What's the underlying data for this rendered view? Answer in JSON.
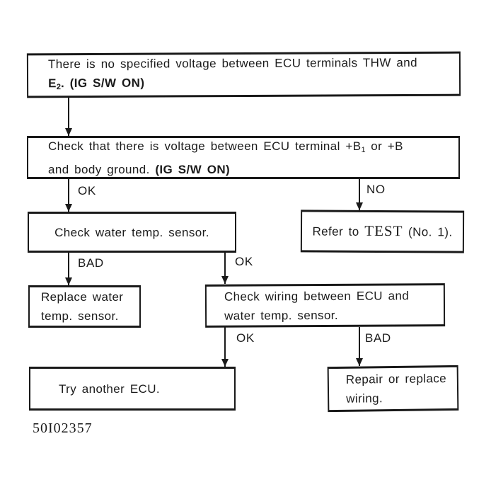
{
  "figure": {
    "type": "flowchart",
    "subject": "ECU water temp sensor voltage diagnosis",
    "footer_code": "50I02357",
    "colors": {
      "ink": "#1a1a1a",
      "background": "#ffffff"
    }
  },
  "boxes": {
    "no_voltage": {
      "line1": "There is no specified voltage between ECU terminals THW and",
      "line2_base": "E",
      "line2_sub": "2",
      "line2_rest": ". (IG S/W ON)"
    },
    "check_voltage": {
      "line1_pre": "Check that there is voltage between ECU terminal +B",
      "line1_sub": "1",
      "line1_post": " or +B",
      "line2_plain": "and body ground. ",
      "line2_bold": "(IG S/W ON)"
    },
    "check_sensor": {
      "line1": "Check water temp. sensor."
    },
    "refer_test": {
      "pre": "Refer to ",
      "test": "TEST",
      "post": " (No. 1)."
    },
    "replace_sensor": {
      "line1": "Replace water",
      "line2": "temp. sensor."
    },
    "check_wiring": {
      "line1": "Check wiring between ECU and",
      "line2": "water temp. sensor."
    },
    "try_ecu": {
      "line1": "Try another ECU."
    },
    "repair_wiring": {
      "line1": "Repair or replace",
      "line2": "wiring."
    }
  },
  "labels": {
    "ok_top": "OK",
    "no_top": "NO",
    "bad_mid": "BAD",
    "ok_mid": "OK",
    "ok_bottom": "OK",
    "bad_bottom": "BAD"
  }
}
